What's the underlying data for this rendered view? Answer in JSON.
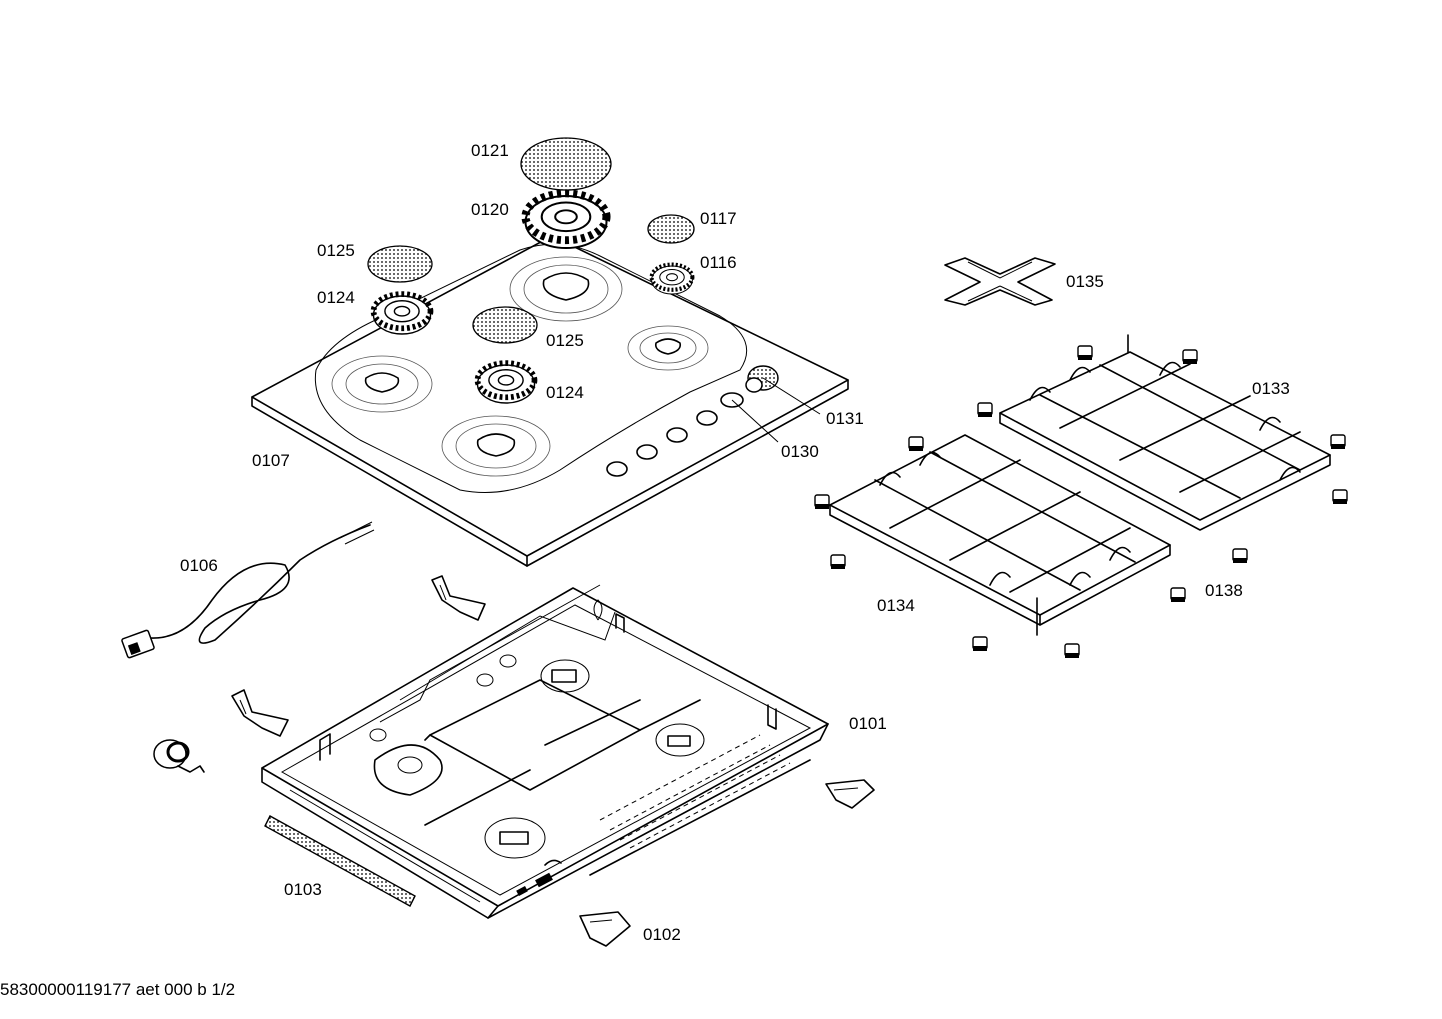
{
  "parts": [
    {
      "id": "0121"
    },
    {
      "id": "0120"
    },
    {
      "id": "0117"
    },
    {
      "id": "0116"
    },
    {
      "id": "0125"
    },
    {
      "id": "0124"
    },
    {
      "id": "0125"
    },
    {
      "id": "0124"
    },
    {
      "id": "0131"
    },
    {
      "id": "0130"
    },
    {
      "id": "0107"
    },
    {
      "id": "0135"
    },
    {
      "id": "0133"
    },
    {
      "id": "0138"
    },
    {
      "id": "0134"
    },
    {
      "id": "0106"
    },
    {
      "id": "0101"
    },
    {
      "id": "0103"
    },
    {
      "id": "0102"
    }
  ],
  "footer": "58300000119177 aet 000 b 1/2"
}
